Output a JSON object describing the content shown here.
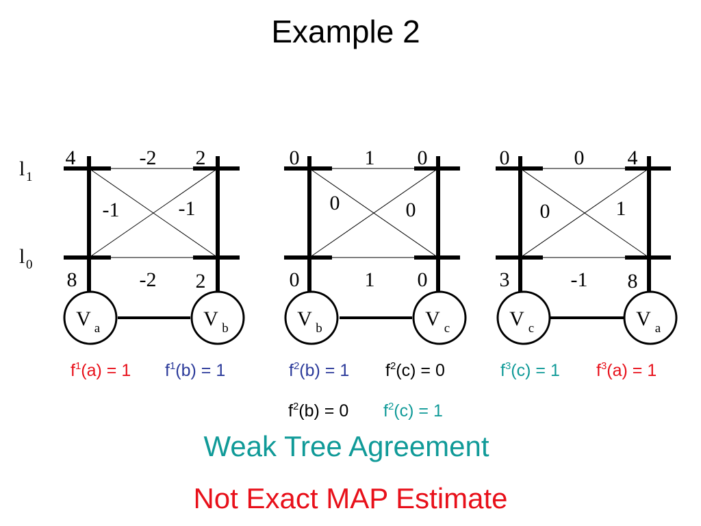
{
  "title": "Example 2",
  "labels": {
    "l1": "l",
    "l1_sub": "1",
    "l0": "l",
    "l0_sub": "0"
  },
  "colors": {
    "red": "#e8101a",
    "blue": "#2b3a9a",
    "teal": "#109a98",
    "black": "#000000"
  },
  "trees": [
    {
      "top": {
        "left": "4",
        "mid": "-2",
        "right": "2"
      },
      "bottom": {
        "left": "8",
        "mid": "-2",
        "right": "2"
      },
      "cross": {
        "left": "-1",
        "right": "-1"
      },
      "nodes": [
        {
          "base": "V",
          "sub": "a"
        },
        {
          "base": "V",
          "sub": "b"
        }
      ]
    },
    {
      "top": {
        "left": "0",
        "mid": "1",
        "right": "0"
      },
      "bottom": {
        "left": "0",
        "mid": "1",
        "right": "0"
      },
      "cross": {
        "left": "0",
        "right": "0"
      },
      "nodes": [
        {
          "base": "V",
          "sub": "b"
        },
        {
          "base": "V",
          "sub": "c"
        }
      ]
    },
    {
      "top": {
        "left": "0",
        "mid": "0",
        "right": "4"
      },
      "bottom": {
        "left": "3",
        "mid": "-1",
        "right": "8"
      },
      "cross": {
        "left": "0",
        "right": "1"
      },
      "nodes": [
        {
          "base": "V",
          "sub": "c"
        },
        {
          "base": "V",
          "sub": "a"
        }
      ]
    }
  ],
  "equations": [
    {
      "f": "f",
      "sup": "1",
      "rest": "(a) = 1",
      "color": "red"
    },
    {
      "f": "f",
      "sup": "1",
      "rest": "(b) = 1",
      "color": "blue"
    },
    {
      "f": "f",
      "sup": "2",
      "rest": "(b) = 1",
      "color": "blue"
    },
    {
      "f": "f",
      "sup": "2",
      "rest": "(c) = 0",
      "color": "black"
    },
    {
      "f": "f",
      "sup": "3",
      "rest": "(c) = 1",
      "color": "teal"
    },
    {
      "f": "f",
      "sup": "3",
      "rest": "(a) = 1",
      "color": "red"
    },
    {
      "f": "f",
      "sup": "2",
      "rest": "(b) = 0",
      "color": "black"
    },
    {
      "f": "f",
      "sup": "2",
      "rest": "(c) = 1",
      "color": "teal"
    }
  ],
  "conclusion1": "Weak Tree Agreement",
  "conclusion2": "Not Exact MAP Estimate"
}
